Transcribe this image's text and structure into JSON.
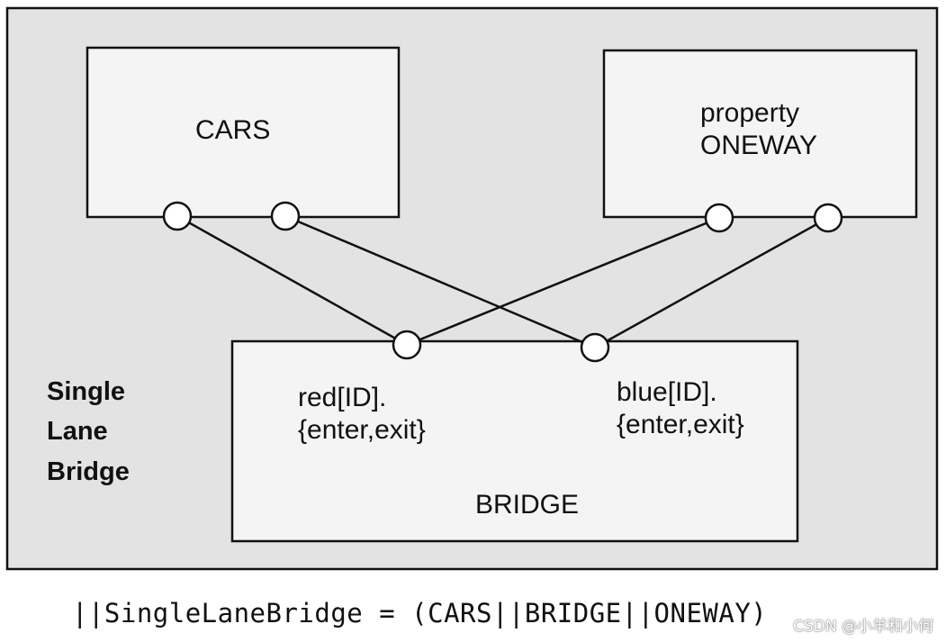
{
  "diagram": {
    "processes": {
      "cars": "CARS",
      "oneway_line1": "property",
      "oneway_line2": "ONEWAY",
      "bridge": "BRIDGE"
    },
    "ports": {
      "red_line1": "red[ID].",
      "red_line2": "{enter,exit}",
      "blue_line1": "blue[ID].",
      "blue_line2": "{enter,exit}"
    },
    "composite": {
      "line1": "Single",
      "line2": "Lane",
      "line3": "Bridge"
    }
  },
  "expression": "||SingleLaneBridge = (CARS||BRIDGE||ONEWAY)",
  "watermark": "CSDN @小羊和小何",
  "colors": {
    "composite_fill": "#e3e3e3",
    "process_fill": "#f4f4f4",
    "stroke": "#111111",
    "port_fill": "#ffffff"
  }
}
